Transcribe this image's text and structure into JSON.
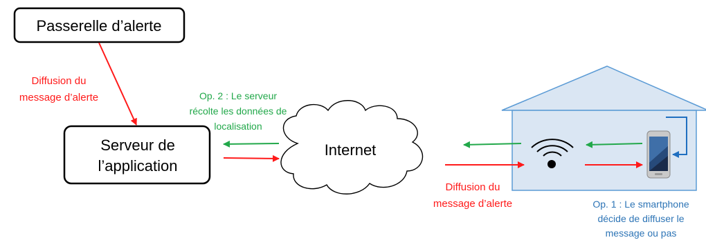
{
  "gateway": {
    "label": "Passerelle d’alerte"
  },
  "server": {
    "line1": "Serveur de",
    "line2": "l’application"
  },
  "internet": {
    "label": "Internet"
  },
  "broadcast_top": {
    "line1": "Diffusion du",
    "line2": "message d’alerte"
  },
  "broadcast_bottom": {
    "line1": "Diffusion du",
    "line2": "message d’alerte"
  },
  "op2": {
    "line1": "Op. 2 : Le serveur",
    "line2": "récolte les données de",
    "line3": "localisation"
  },
  "op1": {
    "line1": "Op. 1 : Le smartphone",
    "line2": "décide de diffuser le",
    "line3": "message ou pas"
  },
  "icons": [
    "wifi-icon",
    "smartphone-icon",
    "cloud-icon",
    "house-icon"
  ],
  "colors": {
    "alert": "#ff1a1a",
    "location": "#22a84a",
    "op1": "#2e75b6",
    "house_fill": "#dae6f3",
    "house_stroke": "#5b9bd5",
    "loop": "#1f6fc0"
  }
}
